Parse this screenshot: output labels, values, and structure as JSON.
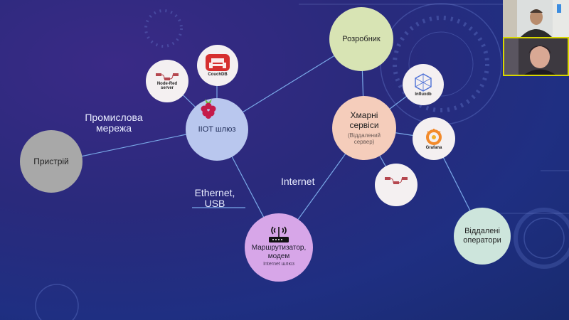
{
  "nodes": {
    "device": "Пристрій",
    "gateway": "IIOT шлюз",
    "developer": "Розробник",
    "cloud_title": "Хмарні сервіси",
    "cloud_sub": "(Віддалений сервер)",
    "router_title": "Маршрутизатор, модем",
    "router_sub": "Internet шлюз",
    "remote_ops": "Віддалені оператори",
    "node_red_top": "Node-Red server",
    "couchdb": "CouchDB",
    "influxdb": "Influxdb",
    "grafana": "Grafana",
    "node_red_bottom": "Node-Red server"
  },
  "edge_labels": {
    "industrial_network": "Промислова мережа",
    "ethernet_usb": "Ethernet, USB",
    "internet": "Internet"
  },
  "colors": {
    "device": "#a8a8a8",
    "gateway": "#b9c7ee",
    "developer": "#d8e4b4",
    "cloud": "#f5cdbb",
    "router": "#d7a6e8",
    "remote_ops": "#cde5dc",
    "small_service": "#f4f0f1",
    "raspberry": "#c51a4a",
    "couchdb_red": "#d62f2f",
    "grafana_orange": "#f28a2b",
    "line": "#7aa9e8"
  },
  "video_tiles": {
    "tile1": "participant-video",
    "tile2": "participant-video"
  }
}
